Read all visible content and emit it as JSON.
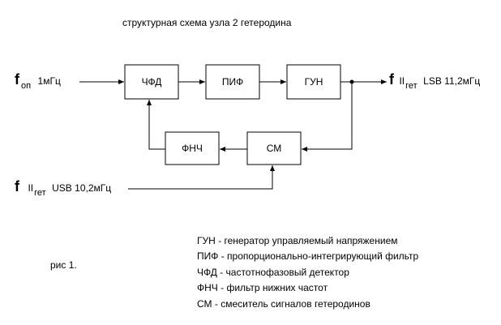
{
  "title": "структурная схема узла 2 гетеродина",
  "blocks": {
    "chfd": "ЧФД",
    "pif": "ПИФ",
    "gun": "ГУН",
    "fnch": "ФНЧ",
    "sm": "СМ"
  },
  "signals": {
    "input_ref": {
      "symbol": "f",
      "sub": "оп",
      "value": "1мГц"
    },
    "output": {
      "symbol": "f",
      "roman": "II",
      "sub": "гет",
      "value": "LSB 11,2мГц"
    },
    "input_lo": {
      "symbol": "f",
      "roman": "II",
      "sub": "гет",
      "value": "USB 10,2мГц"
    }
  },
  "caption": "рис 1.",
  "legend": [
    "ГУН - генератор управляемый напряжением",
    "ПИФ - пропорционально-интегрирующий фильтр",
    "ЧФД - частотнофазовый детектор",
    "ФНЧ - фильтр нижних частот",
    "СМ - смеситель сигналов гетеродинов"
  ]
}
